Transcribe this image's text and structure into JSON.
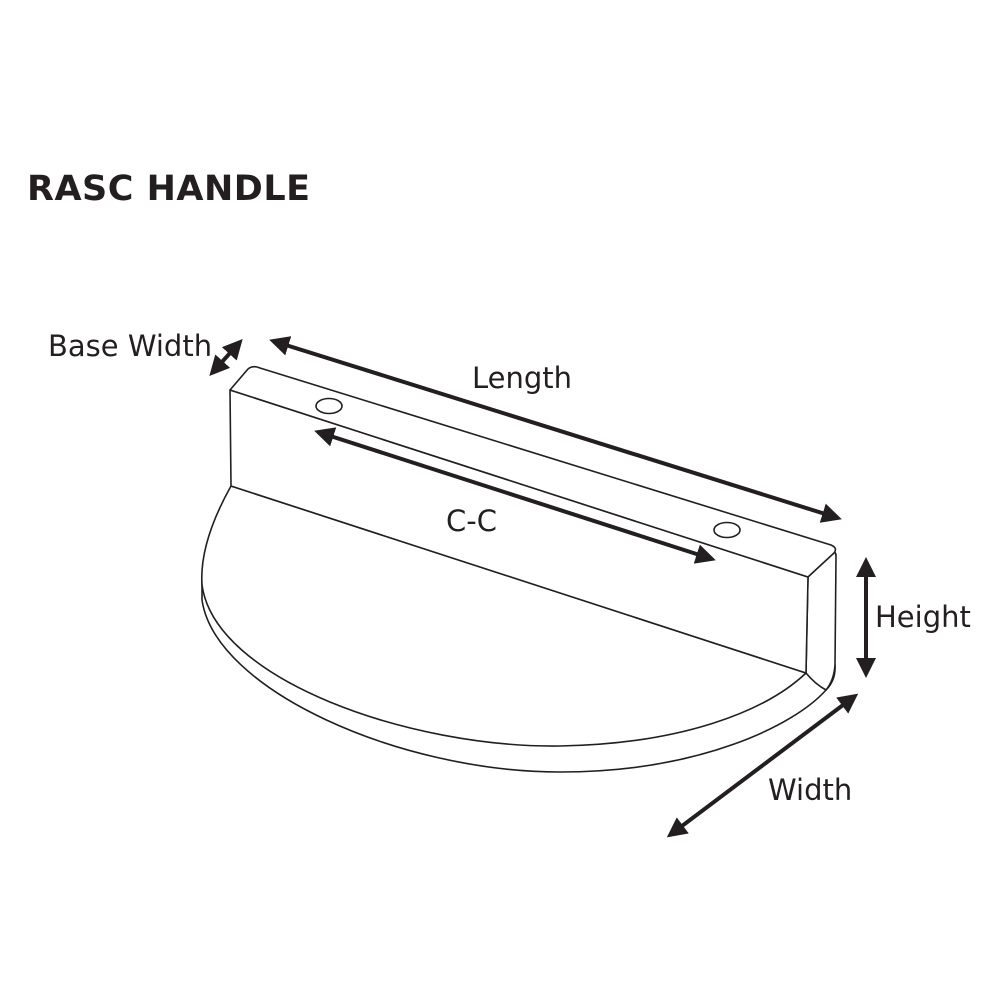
{
  "title": "RASC HANDLE",
  "labels": {
    "base_width": "Base Width",
    "length": "Length",
    "cc": "C-C",
    "height": "Height",
    "width": "Width"
  },
  "colors": {
    "ink": "#231f20",
    "background": "#ffffff"
  }
}
